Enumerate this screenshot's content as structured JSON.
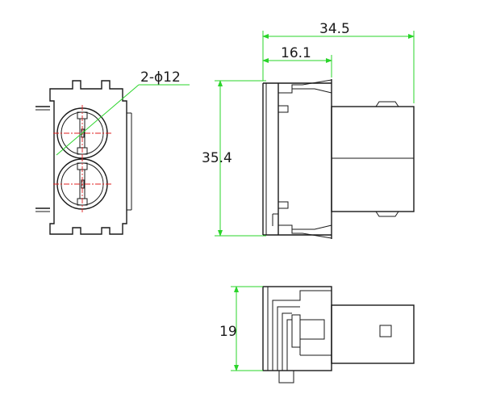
{
  "dimensions": {
    "overall_length": "34.5",
    "housing_length": "16.1",
    "height": "35.4",
    "thickness": "19",
    "hole_callout": "2-ϕ12"
  },
  "colors": {
    "outline": "#1a1a1a",
    "dimension_lines": "#2ad42a",
    "center_lines": "#e02020",
    "background": "#ffffff"
  }
}
